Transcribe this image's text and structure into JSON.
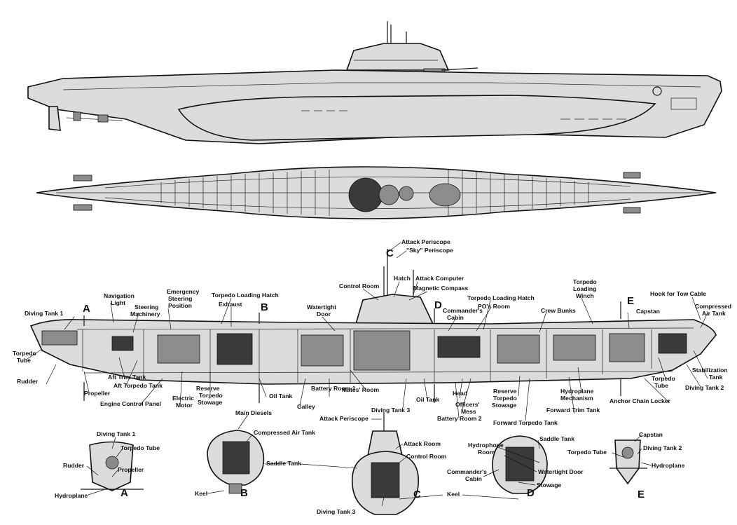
{
  "section_letters": {
    "a_top": "A",
    "b_top": "B",
    "c_top": "C",
    "d_top": "D",
    "e_top": "E",
    "a_bottom": "A",
    "b_bottom": "B",
    "c_bottom": "C",
    "d_bottom": "D",
    "e_bottom": "E"
  },
  "labels": {
    "attack_periscope": "Attack Periscope",
    "sky_periscope": "\"Sky\" Periscope",
    "hatch": "Hatch",
    "attack_computer": "Attack Computer",
    "control_room": "Control Room",
    "magnetic_compass": "Magnetic Compass",
    "torpedo_loading_winch": "Torpedo Loading Winch",
    "hook_for_tow_cable": "Hook for Tow Cable",
    "navigation_light": "Navigation Light",
    "emergency_steering_position": "Emergency Steering Position",
    "torpedo_loading_hatch_aft": "Torpedo Loading Hatch",
    "exhaust": "Exhaust",
    "steering_machinery": "Steering Machinery",
    "diving_tank_1": "Diving Tank 1",
    "watertight_door": "Watertight Door",
    "torpedo_loading_hatch_fwd": "Torpedo Loading Hatch",
    "pos_room": "PO's Room",
    "commanders_cabin": "Commander's Cabin",
    "crew_bunks": "Crew Bunks",
    "capstan": "Capstan",
    "compressed_air_tank": "Compressed Air Tank",
    "torpedo_tube_aft": "Torpedo Tube",
    "rudder": "Rudder",
    "aft_trim_tank": "Aft Trim Tank",
    "aft_torpedo_tank": "Aft Torpedo Tank",
    "propeller": "Propeller",
    "engine_control_panel": "Engine Control Panel",
    "electric_motor": "Electric Motor",
    "reserve_torpedo_stowage_aft": "Reserve Torpedo Stowage",
    "oil_tank_aft": "Oil Tank",
    "galley": "Galley",
    "battery_room_1": "Battery Room 1",
    "mates_room": "Mates' Room",
    "oil_tank_fwd": "Oil Tank",
    "diving_tank_3": "Diving Tank 3",
    "head": "Head",
    "officers_mess": "Officers' Mess",
    "battery_room_2": "Battery Room 2",
    "reserve_torpedo_stowage_fwd": "Reserve Torpedo Stowage",
    "forward_torpedo_tank": "Forward Torpedo Tank",
    "forward_trim_tank": "Forward Trim Tank",
    "hydroplane_mechanism": "Hydroplane Mechanism",
    "stabilization_tank": "Stabilization Tank",
    "torpedo_tube_fwd": "Torpedo Tube",
    "diving_tank_2": "Diving Tank 2",
    "anchor_chain_locker": "Anchor Chain Locker",
    "main_diesels": "Main Diesels"
  },
  "section_labels": {
    "a_diving_tank_1": "Diving Tank 1",
    "a_torpedo_tube": "Torpedo Tube",
    "a_rudder": "Rudder",
    "a_propeller": "Propeller",
    "a_hydroplane": "Hydroplane",
    "b_compressed_air_tank": "Compressed Air Tank",
    "b_saddle_tank": "Saddle Tank",
    "b_keel": "Keel",
    "c_attack_periscope": "Attack Periscope",
    "c_attack_room": "Attack Room",
    "c_control_room": "Control Room",
    "c_diving_tank_3": "Diving Tank 3",
    "d_saddle_tank": "Saddle Tank",
    "d_hydrophone_room": "Hydrophone Room",
    "d_watertight_door": "Watertight Door",
    "d_commanders_cabin": "Commander's Cabin",
    "d_stowage": "Stowage",
    "d_keel": "Keel",
    "e_capstan": "Capstan",
    "e_diving_tank_2": "Diving Tank 2",
    "e_torpedo_tube": "Torpedo Tube",
    "e_hydroplane": "Hydroplane"
  },
  "icons": [
    "submarine-side-profile",
    "submarine-deck-plan",
    "submarine-cutaway",
    "hull-cross-section"
  ]
}
